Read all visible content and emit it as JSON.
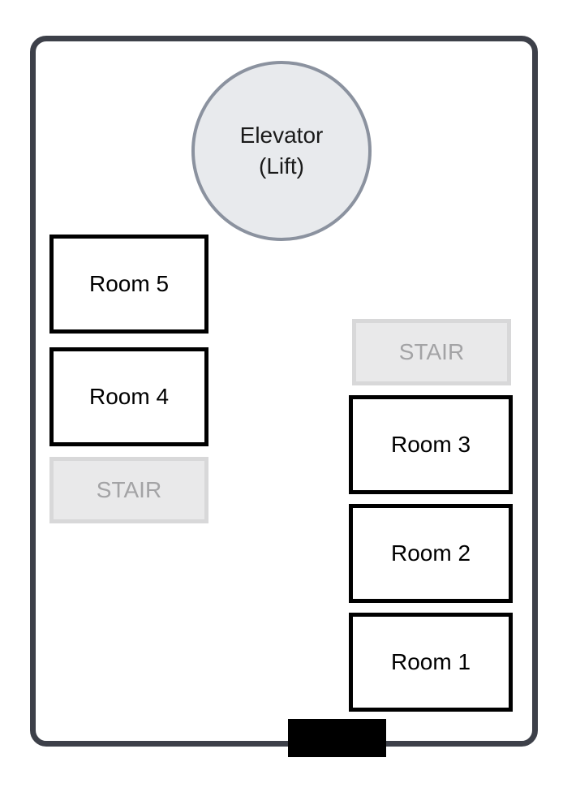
{
  "elevator": {
    "line1": "Elevator",
    "line2": "(Lift)"
  },
  "rooms": {
    "room5": "Room 5",
    "room4": "Room 4",
    "room3": "Room 3",
    "room2": "Room 2",
    "room1": "Room 1"
  },
  "stairs": {
    "right": "STAIR",
    "left": "STAIR"
  },
  "colors": {
    "outline": "#3d4049",
    "elevator_fill": "#e8eaed",
    "elevator_border": "#8b929f",
    "stair_fill": "#e9e9ea",
    "stair_text": "#a3a3a5",
    "room_border": "#000000"
  }
}
